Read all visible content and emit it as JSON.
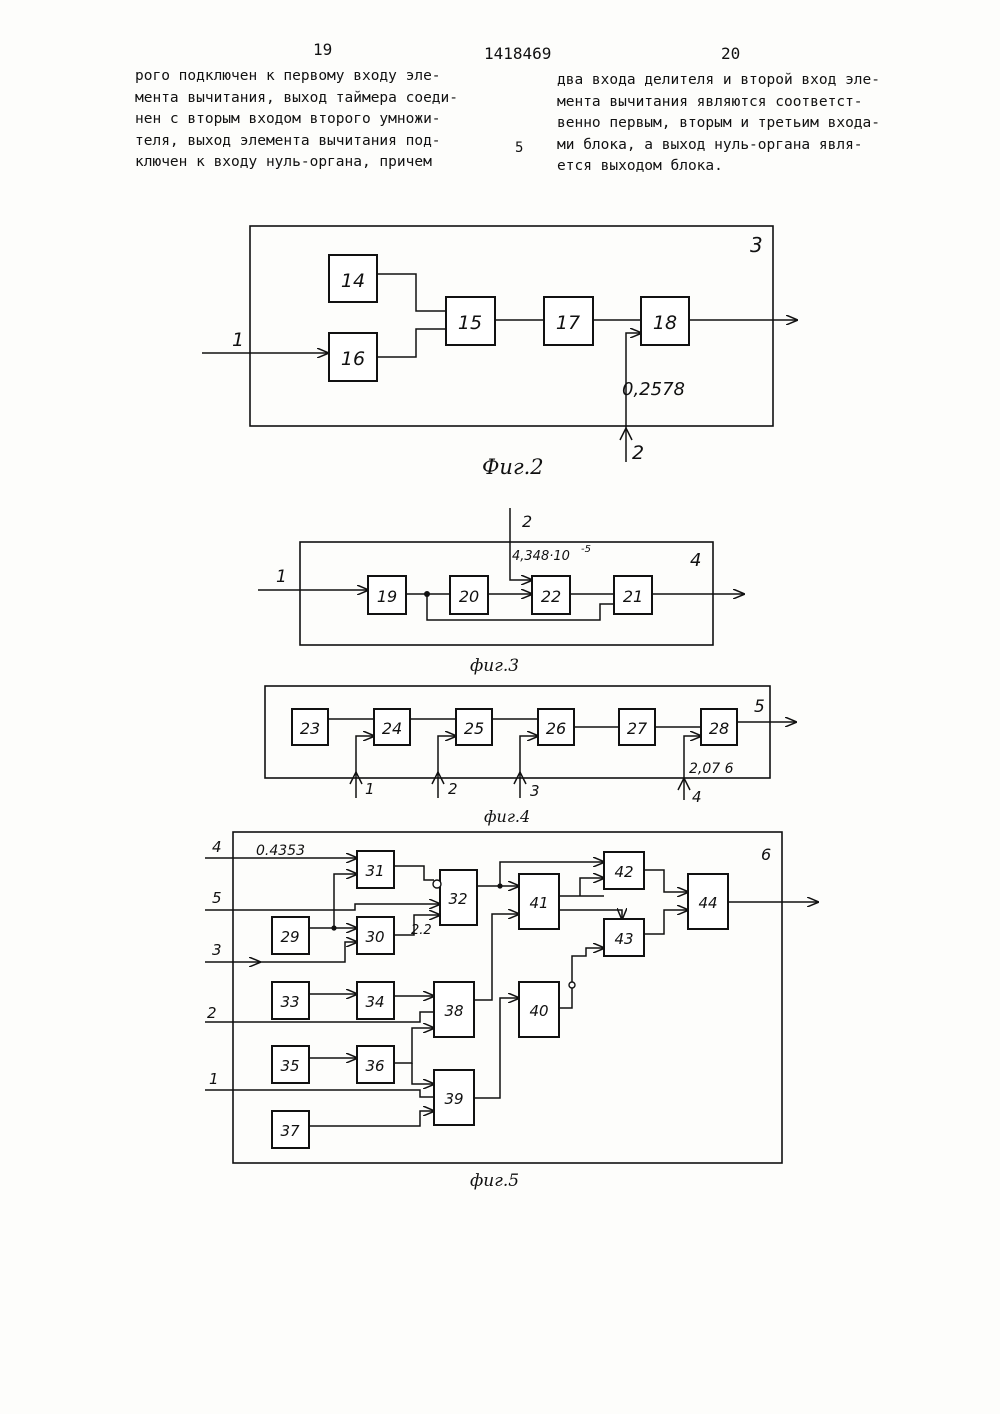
{
  "header": {
    "page_left": "19",
    "patent_number": "1418469",
    "page_right": "20"
  },
  "text": {
    "left_column": [
      "рого подключен к первому входу эле-",
      "мента вычитания, выход таймера соеди-",
      "нен с вторым входом второго умножи-",
      "теля, выход элемента вычитания под-",
      "ключен к входу нуль-органа, причем"
    ],
    "line_number": "5",
    "right_column": [
      "два входа делителя и второй вход эле-",
      "мента вычитания являются соответст-",
      "венно первым, вторым и третьим входа-",
      "ми блока, а выход нуль-органа явля-",
      "ется выходом блока."
    ]
  },
  "fig2": {
    "caption": "Фиг.2",
    "block_label": "3",
    "blocks": [
      "14",
      "15",
      "16",
      "17",
      "18"
    ],
    "input1": "1",
    "input2": "2",
    "constant": "0,2578"
  },
  "fig3": {
    "caption": "фиг.3",
    "block_label": "4",
    "blocks": [
      "19",
      "20",
      "22",
      "21"
    ],
    "input1": "1",
    "input2": "2",
    "constant": "4,348·10",
    "exponent": "-5"
  },
  "fig4": {
    "caption": "фиг.4",
    "block_label": "5",
    "blocks": [
      "23",
      "24",
      "25",
      "26",
      "27",
      "28"
    ],
    "inputs": [
      "1",
      "2",
      "3",
      "4"
    ],
    "constant": "2,07 6"
  },
  "fig5": {
    "caption": "фиг.5",
    "block_label": "6",
    "blocks": [
      "29",
      "30",
      "31",
      "32",
      "33",
      "34",
      "35",
      "36",
      "37",
      "38",
      "39",
      "40",
      "41",
      "42",
      "43",
      "44"
    ],
    "inputs": [
      "4",
      "5",
      "3",
      "2",
      "1"
    ],
    "constant": "0.4353",
    "constant2": "2.2"
  }
}
